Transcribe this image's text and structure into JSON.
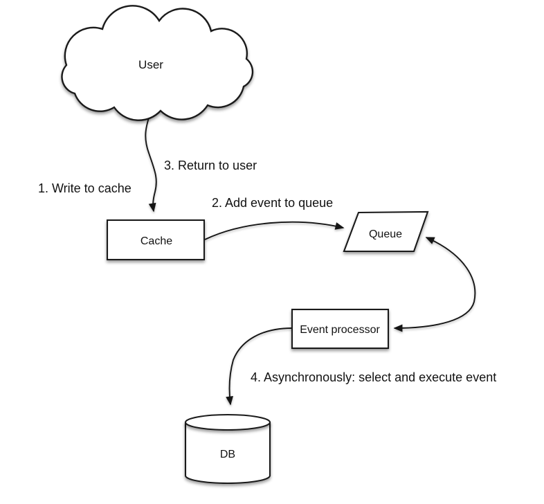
{
  "diagram": {
    "background_color": "#ffffff",
    "shape_fill_color": "#ffffff",
    "line_color": "#1a1a1a",
    "text_color": "#111111",
    "nodes": [
      {
        "id": "user",
        "label": "User",
        "shape": "cloud"
      },
      {
        "id": "cache",
        "label": "Cache",
        "shape": "rectangle"
      },
      {
        "id": "queue",
        "label": "Queue",
        "shape": "parallelogram"
      },
      {
        "id": "event-processor",
        "label": "Event processor",
        "shape": "rectangle"
      },
      {
        "id": "db",
        "label": "DB",
        "shape": "cylinder"
      }
    ],
    "edges": [
      {
        "from": "User",
        "to": "Cache",
        "bidirectional": false,
        "labels": [
          "1. Write to cache",
          "3. Return to user"
        ]
      },
      {
        "from": "Cache",
        "to": "Queue",
        "bidirectional": false,
        "labels": [
          "2. Add event to queue"
        ]
      },
      {
        "from": "Queue",
        "to": "Event processor",
        "bidirectional": true,
        "labels": []
      },
      {
        "from": "Event processor",
        "to": "DB",
        "bidirectional": false,
        "labels": [
          "4. Asynchronously: select and execute event"
        ]
      }
    ]
  }
}
